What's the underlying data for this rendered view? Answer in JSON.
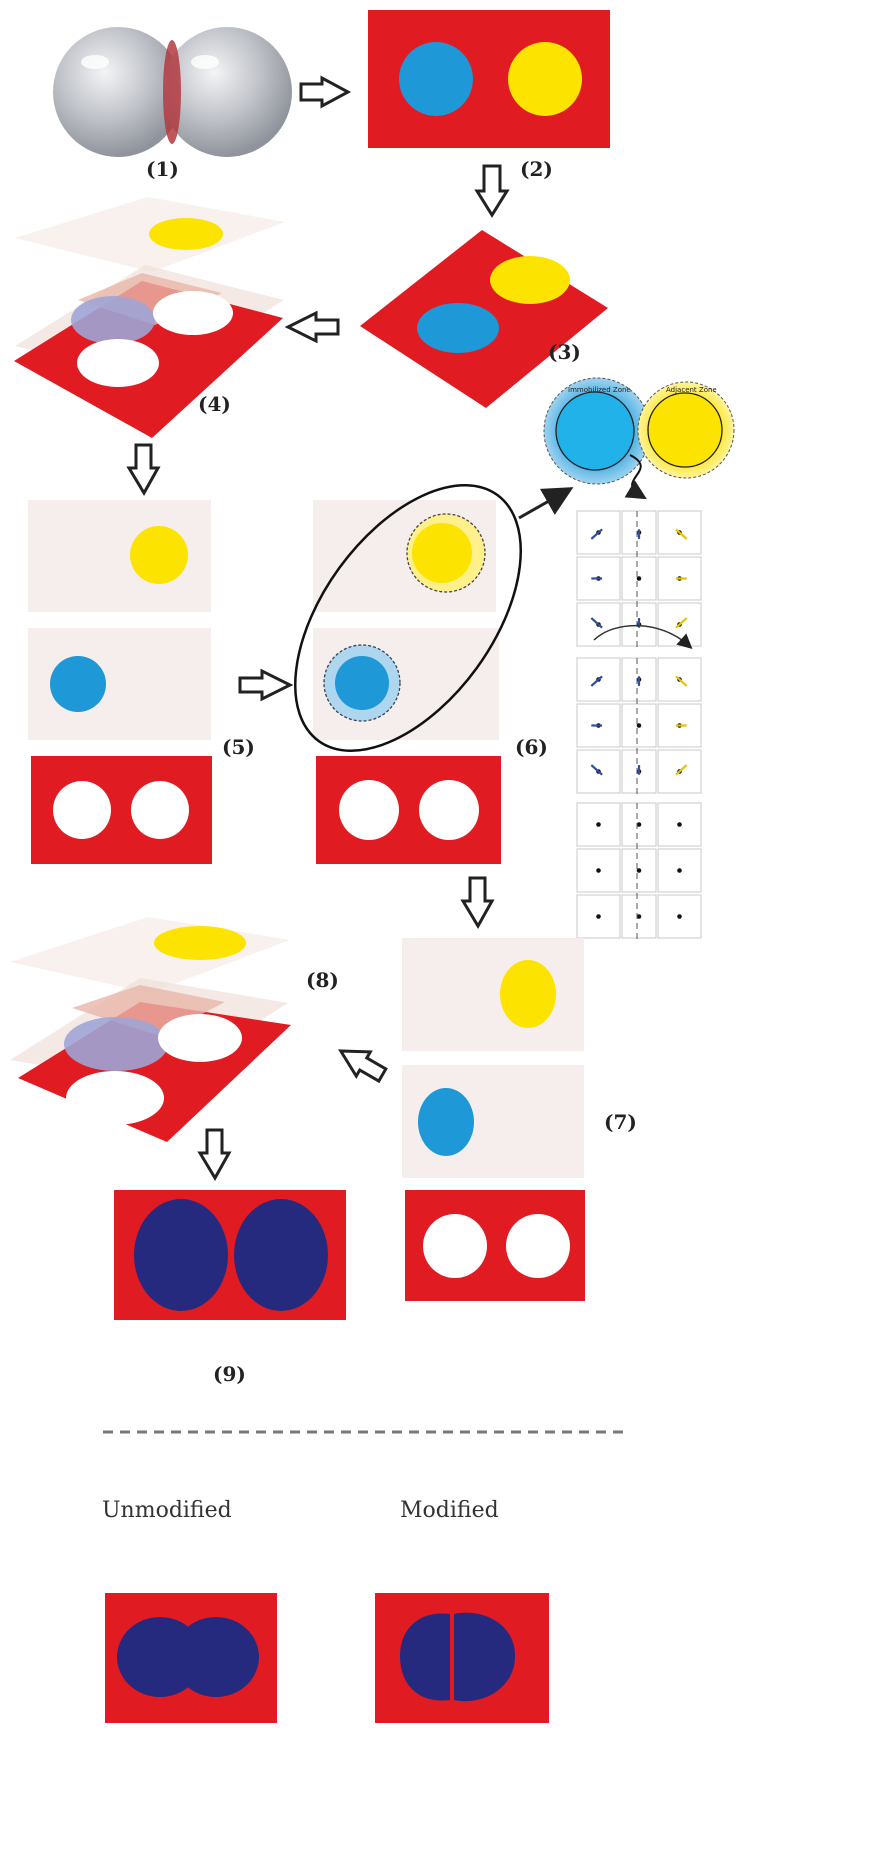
{
  "colors": {
    "red": "#e11b22",
    "blue": "#1e98d6",
    "yellow": "#fde300",
    "navy": "#262a7e",
    "beige": "#f6eeec",
    "white": "#ffffff",
    "glass": "#b9bcc3"
  },
  "steps": {
    "s1": "(1)",
    "s2": "(2)",
    "s3": "(3)",
    "s4": "(4)",
    "s5": "(5)",
    "s6": "(6)",
    "s7": "(7)",
    "s8": "(8)",
    "s9": "(9)"
  },
  "inset_labels": {
    "left": "Immobilized Zone",
    "right": "Adjacent Zone"
  },
  "comparison": {
    "unmodified": "Unmodified",
    "modified": "Modified"
  },
  "icons": [
    "hollow-arrow-icon",
    "curved-arrow-icon",
    "vector-grid-icon"
  ]
}
